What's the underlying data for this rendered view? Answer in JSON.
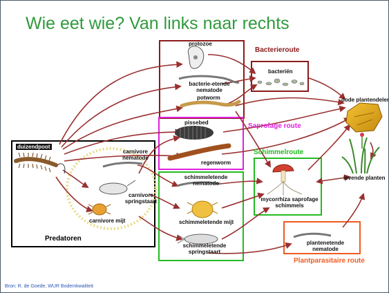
{
  "title": "Wie eet wie? Van links naar rechts",
  "routes": {
    "bacteria": "Bacterieroute",
    "saprophage": "Saprofage route",
    "fungal": "Schimmelroute",
    "plant_parasitic": "Plantparasitaire route",
    "predators": "Predatoren"
  },
  "organisms": {
    "centipede": "duizendpoot",
    "protozoa": "protozoe",
    "bacterivore_nematode": "bacterie-etende nematode",
    "potworm": "potworm",
    "woodlouse": "pissebed",
    "earthworm": "regenworm",
    "fungivore_nematode": "schimmeletende nematode",
    "fungivore_mite": "schimmeletende mijt",
    "fungivore_springtail": "schimmeletende springstaart",
    "carnivore_nematode": "carnivore nematode",
    "carnivore_springtail": "carnivore springstaart",
    "carnivore_mite": "carnivore mijt",
    "bacteria": "bacteriën",
    "mycorrhiza": "mycorrhiza saprofage schimmels",
    "plant_parasitic_nematode": "plantenetende nematode",
    "dead_plant_parts": "dode plantendelen",
    "living_plants": "levende planten"
  },
  "source": "Bron: R. de Goede, WUR Bodemkwaliteit",
  "colors": {
    "title": "#2f9a3c",
    "bacteria_route": "#8b1a1a",
    "saprophage_route": "#e020e0",
    "fungal_route": "#22bb22",
    "plant_parasitic_route": "#f05a20",
    "predators": "#000000",
    "arrow": "#9a2f2f",
    "source": "#2a56b8"
  },
  "icons": [
    "centipede-icon",
    "protozoa-icon",
    "nematode-icon",
    "worm-icon",
    "woodlouse-icon",
    "mite-icon",
    "springtail-icon",
    "bacteria-icon",
    "mushroom-icon",
    "leaf-icon",
    "grass-icon"
  ]
}
